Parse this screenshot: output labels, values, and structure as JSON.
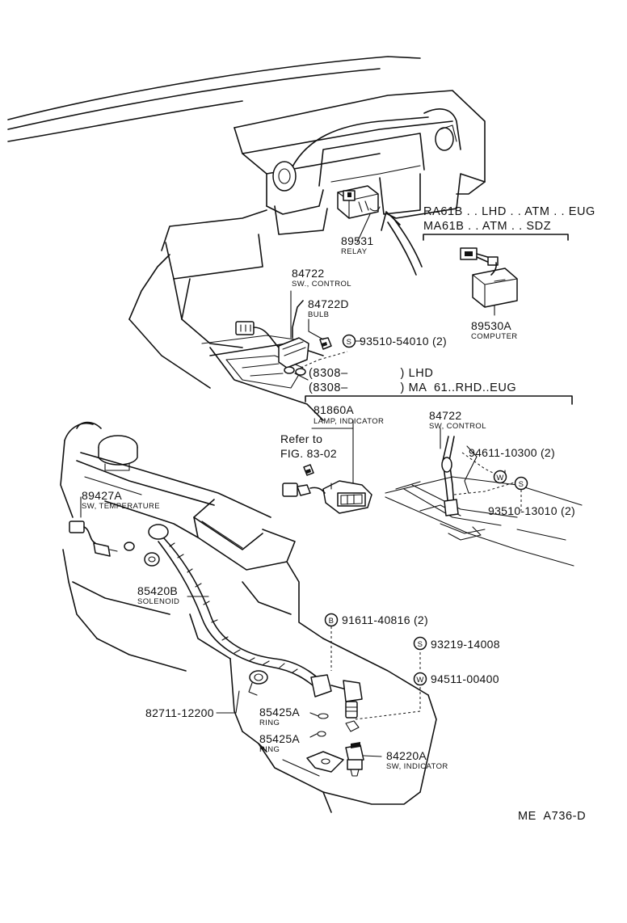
{
  "diagram": {
    "sheet_code": "ME  A736-D",
    "parts": {
      "relay": {
        "number": "89531",
        "name": "RELAY"
      },
      "sw_control_upper": {
        "number": "84722",
        "name": "SW., CONTROL"
      },
      "bulb": {
        "number": "84722D",
        "name": "BULB"
      },
      "screw_upper": {
        "symbol": "S",
        "number": "93510-54010 (2)"
      },
      "model_note_1": "RA61B . . LHD . . ATM . . EUG",
      "model_note_2": "MA61B . . ATM . . SDZ",
      "computer": {
        "number": "89530A",
        "name": "COMPUTER"
      },
      "variant_lhd": "(8308–              ) LHD",
      "variant_rhd": "(8308–              ) MA  61..RHD..EUG",
      "lamp_indicator": {
        "number": "81860A",
        "name": "LAMP, INDICATOR"
      },
      "refer_1": "Refer to",
      "refer_2": "FIG. 83-02",
      "sw_control_lower": {
        "number": "84722",
        "name": "SW, CONTROL"
      },
      "washer_lower": {
        "symbol": "W",
        "number": "94611-10300 (2)"
      },
      "screw_lower": {
        "symbol": "S",
        "number": "93510-13010 (2)"
      },
      "sw_temperature": {
        "number": "89427A",
        "name": "SW, TEMPERATURE"
      },
      "solenoid": {
        "number": "85420B",
        "name": "SOLENOID"
      },
      "bolt": {
        "symbol": "B",
        "number": "91611-40816 (2)"
      },
      "screw_93219": {
        "symbol": "S",
        "number": "93219-14008"
      },
      "washer_94511": {
        "symbol": "W",
        "number": "94511-00400"
      },
      "clamp": {
        "number": "82711-12200"
      },
      "ring_1": {
        "number": "85425A",
        "name": "RING"
      },
      "ring_2": {
        "number": "85425A",
        "name": "RING"
      },
      "sw_indicator": {
        "number": "84220A",
        "name": "SW, INDICATOR"
      }
    }
  }
}
